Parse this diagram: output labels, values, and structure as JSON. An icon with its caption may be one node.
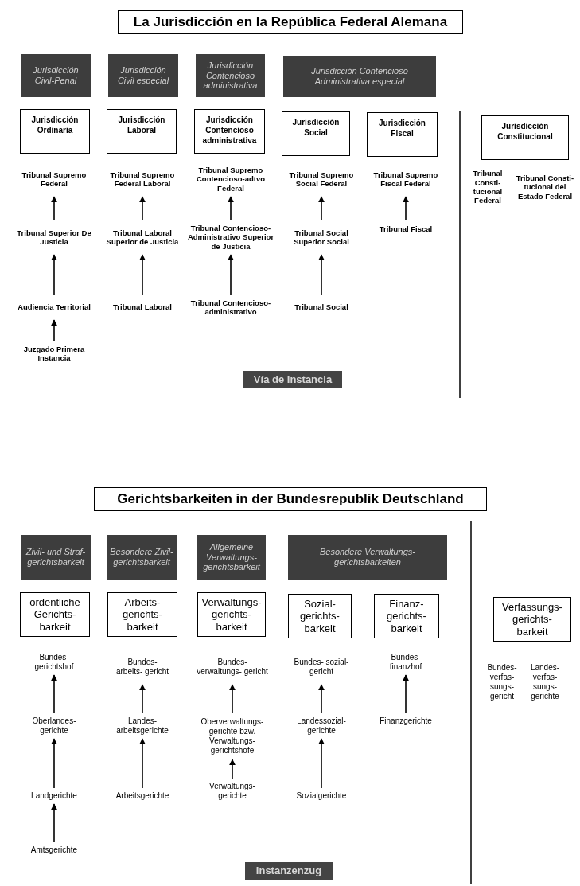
{
  "diagram": {
    "nodes": [
      {
        "text": [
          "La Jurisdicción en la República Federal Alemana"
        ]
      },
      {
        "text": [
          "Jurisdicción Civil-Penal"
        ]
      },
      {
        "text": [
          "Jurisdicción Civil especial"
        ]
      },
      {
        "text": [
          "Jurisdicción Contencioso administrativa"
        ]
      },
      {
        "text": [
          "Jurisdicción Contencioso Administrativa especial"
        ]
      },
      {
        "text": [
          "Jurisdicción Ordinaria"
        ]
      },
      {
        "text": [
          "Jurisdicción Laboral"
        ]
      },
      {
        "text": [
          "Jurisdicción Contencioso administrativa"
        ]
      },
      {
        "text": [
          "Jurisdicción Social"
        ]
      },
      {
        "text": [
          "Jurisdicción Fiscal"
        ]
      },
      {
        "text": [
          "Jurisdicción Constitucional"
        ]
      },
      {
        "text": [
          "Tribunal Supremo Federal"
        ]
      },
      {
        "text": [
          "Tribunal Superior De Justicia"
        ]
      },
      {
        "text": [
          "Audiencia Territorial"
        ]
      },
      {
        "text": [
          "Juzgado Primera Instancia"
        ]
      },
      {
        "text": [
          "Tribunal Supremo Federal Laboral"
        ]
      },
      {
        "text": [
          "Tribunal Laboral Superior de Justicia"
        ]
      },
      {
        "text": [
          "Tribunal Laboral"
        ]
      },
      {
        "text": [
          "Tribunal Supremo Contencioso-adtvo Federal"
        ]
      },
      {
        "text": [
          "Tribunal Contencioso-Administrativo Superior de Justicia"
        ]
      },
      {
        "text": [
          "Tribunal Contencioso-administrativo"
        ]
      },
      {
        "text": [
          "Tribunal Supremo Social Federal"
        ]
      },
      {
        "text": [
          "Tribunal Social Superior Social"
        ]
      },
      {
        "text": [
          "Tribunal Social"
        ]
      },
      {
        "text": [
          "Tribunal Supremo Fiscal Federal"
        ]
      },
      {
        "text": [
          "Tribunal Fiscal"
        ]
      },
      {
        "text": [
          "Tribunal Consti- tucional Federal"
        ]
      },
      {
        "text": [
          "Tribunal Consti- tucional del Estado Federal"
        ]
      },
      {
        "text": [
          "Vía de Instancia"
        ]
      },
      {
        "text": [
          "Gerichtsbarkeiten in der Bundesrepublik Deutschland"
        ]
      },
      {
        "text": [
          "Zivil- und Straf- gerichtsbarkeit"
        ]
      },
      {
        "text": [
          "Besondere Zivil- gerichtsbarkeit"
        ]
      },
      {
        "text": [
          "Allgemeine Verwaltungs- gerichtsbarkeit"
        ]
      },
      {
        "text": [
          "Besondere Verwaltungs- gerichtsbarkeiten"
        ]
      },
      {
        "text": [
          "ordentliche Gerichts- barkeit"
        ]
      },
      {
        "text": [
          "Arbeits- gerichts- barkeit"
        ]
      },
      {
        "text": [
          "Verwaltungs- gerichts- barkeit"
        ]
      },
      {
        "text": [
          "Sozial- gerichts- barkeit"
        ]
      },
      {
        "text": [
          "Finanz- gerichts- barkeit"
        ]
      },
      {
        "text": [
          "Verfassungs- gerichts- barkeit"
        ]
      },
      {
        "text": [
          "Bundes- gerichtshof"
        ]
      },
      {
        "text": [
          "Oberlandes- gerichte"
        ]
      },
      {
        "text": [
          "Landgerichte"
        ]
      },
      {
        "text": [
          "Amtsgerichte"
        ]
      },
      {
        "text": [
          "Bundes- arbeits- gericht"
        ]
      },
      {
        "text": [
          "Landes- arbeitsgerichte"
        ]
      },
      {
        "text": [
          "Arbeitsgerichte"
        ]
      },
      {
        "text": [
          "Bundes- verwaltungs- gericht"
        ]
      },
      {
        "text": [
          "Oberverwaltungs- gerichte bzw. Verwaltungs- gerichtshöfe"
        ]
      },
      {
        "text": [
          "Verwaltungs- gerichte"
        ]
      },
      {
        "text": [
          "Bundes- sozial- gericht"
        ]
      },
      {
        "text": [
          "Landessozial- gerichte"
        ]
      },
      {
        "text": [
          "Sozialgerichte"
        ]
      },
      {
        "text": [
          "Bundes- finanzhof"
        ]
      },
      {
        "text": [
          "Finanzgerichte"
        ]
      },
      {
        "text": [
          "Bundes- verfas- sungs- gericht"
        ]
      },
      {
        "text": [
          "Landes- verfas- sungs- gerichte"
        ]
      },
      {
        "text": [
          "Instanzenzug"
        ]
      }
    ],
    "edges": [
      {
        "from": 12,
        "to": 11,
        "arrow": "to"
      },
      {
        "from": 13,
        "to": 12,
        "arrow": "to"
      },
      {
        "from": 14,
        "to": 13,
        "arrow": "to"
      },
      {
        "from": 16,
        "to": 15,
        "arrow": "to"
      },
      {
        "from": 17,
        "to": 16,
        "arrow": "to"
      },
      {
        "from": 19,
        "to": 18,
        "arrow": "to"
      },
      {
        "from": 20,
        "to": 19,
        "arrow": "to"
      },
      {
        "from": 22,
        "to": 21,
        "arrow": "to"
      },
      {
        "from": 23,
        "to": 22,
        "arrow": "to"
      },
      {
        "from": 25,
        "to": 24,
        "arrow": "to"
      },
      {
        "from": 41,
        "to": 40,
        "arrow": "to"
      },
      {
        "from": 42,
        "to": 41,
        "arrow": "to"
      },
      {
        "from": 43,
        "to": 42,
        "arrow": "to"
      },
      {
        "from": 45,
        "to": 44,
        "arrow": "to"
      },
      {
        "from": 46,
        "to": 45,
        "arrow": "to"
      },
      {
        "from": 48,
        "to": 47,
        "arrow": "to"
      },
      {
        "from": 49,
        "to": 48,
        "arrow": "to"
      },
      {
        "from": 51,
        "to": 50,
        "arrow": "to"
      },
      {
        "from": 52,
        "to": 51,
        "arrow": "to"
      },
      {
        "from": 54,
        "to": 53,
        "arrow": "to"
      }
    ]
  }
}
